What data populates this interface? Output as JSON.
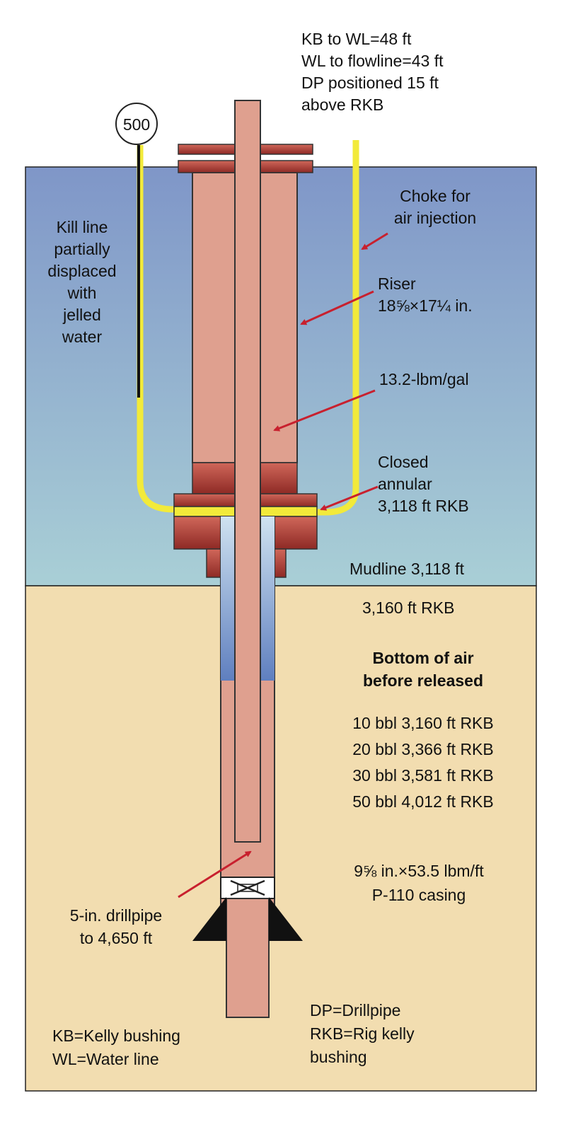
{
  "header": {
    "lines": [
      "KB to WL=48 ft",
      "WL to flowline=43 ft",
      "DP positioned 15 ft",
      "above RKB"
    ]
  },
  "gauge": {
    "value": "500"
  },
  "labels": {
    "kill_line": [
      "Kill line",
      "partially",
      "displaced",
      "with",
      "jelled",
      "water"
    ],
    "choke": [
      "Choke for",
      "air injection"
    ],
    "riser": [
      "Riser",
      "18⅝×17¼ in."
    ],
    "mud_weight": "13.2-lbm/gal",
    "annular": [
      "Closed",
      "annular",
      "3,118 ft RKB"
    ],
    "mudline": "Mudline 3,118 ft",
    "rkb_depth": "3,160 ft RKB",
    "bottom_air_title": [
      "Bottom of air",
      "before released"
    ],
    "bottom_air_rows": [
      "10 bbl 3,160 ft RKB",
      "20 bbl 3,366 ft RKB",
      "30 bbl 3,581 ft RKB",
      "50 bbl 4,012 ft RKB"
    ],
    "casing": [
      "9⅝ in.×53.5 lbm/ft",
      "P-110 casing"
    ],
    "drillpipe": [
      "5-in. drillpipe",
      "to 4,650 ft"
    ]
  },
  "legend": {
    "left": [
      "KB=Kelly bushing",
      "WL=Water line"
    ],
    "right": [
      "DP=Drillpipe",
      "RKB=Rig kelly",
      "bushing"
    ]
  },
  "colors": {
    "sea_top": "#7f96c8",
    "sea_bottom": "#a9cfd6",
    "seabed": "#f2ddb0",
    "pipe": "#dfa08f",
    "flange": "#b8463d",
    "yellow_line": "#f2ea3a",
    "arrow": "#c8202e",
    "air_blue": "#5f7fbf"
  }
}
